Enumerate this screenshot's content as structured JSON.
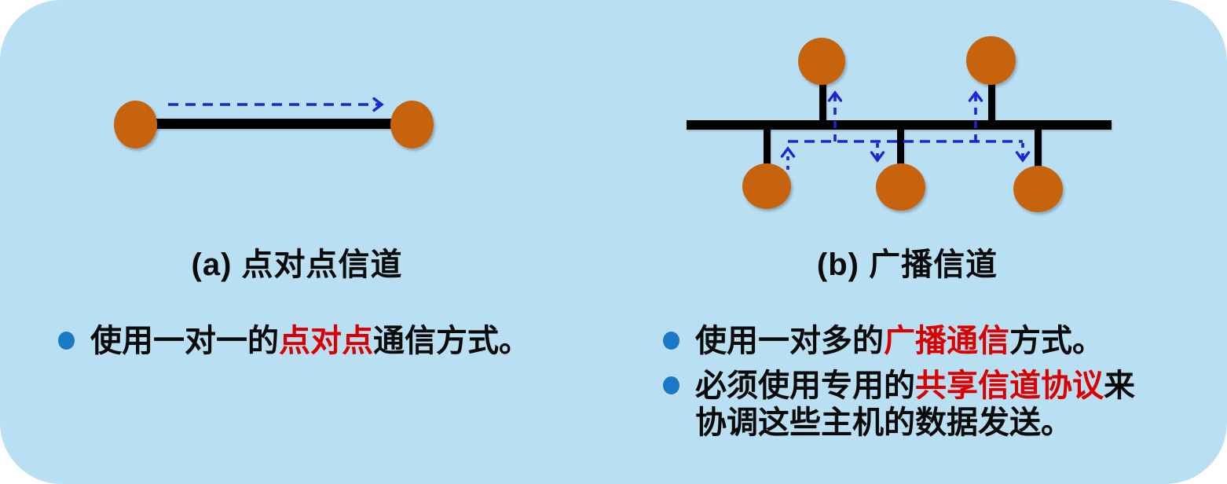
{
  "slide": {
    "type": "presentation-diagram",
    "colors": {
      "background": "#B9DFF2",
      "node_orange": "#C8630D",
      "line_black": "#000000",
      "dash_arrow_blue": "#1F24D4",
      "bullet_dot_blue": "#1B78C4",
      "highlight_red": "#DB0000",
      "text_black": "#0A0A0A"
    }
  },
  "diagram_a": {
    "caption": "(a) 点对点信道"
  },
  "diagram_b": {
    "caption": "(b) 广播信道"
  },
  "bullets_left": [
    {
      "prefix": "使用一对一的",
      "highlight": "点对点",
      "suffix": "通信方式。",
      "line2": ""
    }
  ],
  "bullets_right": [
    {
      "prefix": "使用一对多的",
      "highlight": "广播通信",
      "suffix": "方式。",
      "line2": ""
    },
    {
      "prefix": "必须使用专用的",
      "highlight": "共享信道协议",
      "suffix": "来",
      "line2": "协调这些主机的数据发送。"
    }
  ]
}
